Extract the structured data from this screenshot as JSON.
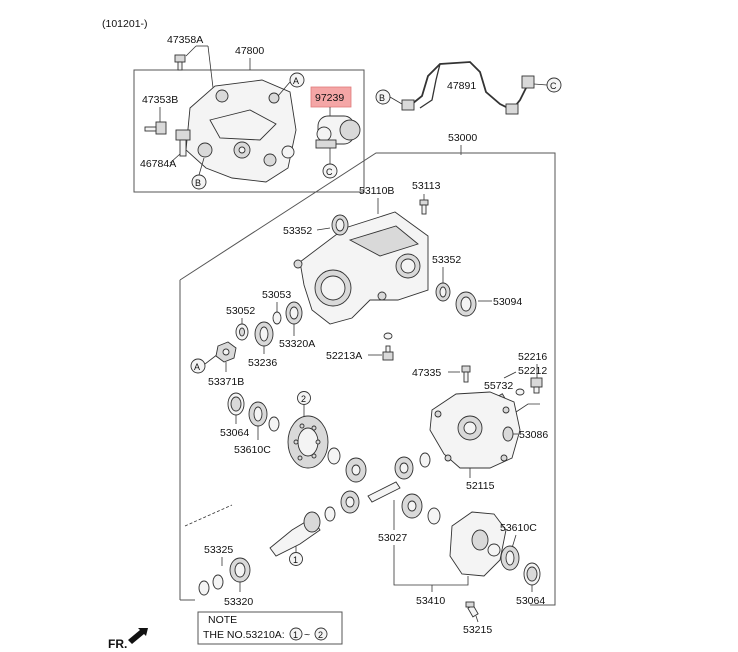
{
  "header": {
    "code": "(101201-)"
  },
  "parts": {
    "p47358A": "47358A",
    "p47800": "47800",
    "p47353B": "47353B",
    "p46784A": "46784A",
    "p97239": "97239",
    "p47891": "47891",
    "p53000": "53000",
    "p53110B": "53110B",
    "p53113": "53113",
    "p53352a": "53352",
    "p53352b": "53352",
    "p53094": "53094",
    "p53053": "53053",
    "p53052": "53052",
    "p53320A": "53320A",
    "p53236": "53236",
    "p52213A": "52213A",
    "p53371B": "53371B",
    "p47335": "47335",
    "p52216": "52216",
    "p52212": "52212",
    "p55732": "55732",
    "p53064a": "53064",
    "p53610Ca": "53610C",
    "p53086": "53086",
    "p52115": "52115",
    "p53027": "53027",
    "p53610Cb": "53610C",
    "p53325": "53325",
    "p53320": "53320",
    "p53410": "53410",
    "p53064b": "53064",
    "p53215": "53215"
  },
  "refs": {
    "a1": "A",
    "b1": "B",
    "c1": "C",
    "b2": "B",
    "c2": "C",
    "a2": "A",
    "n2": "2",
    "n1": "1"
  },
  "note": {
    "title": "NOTE",
    "text": "THE NO.53210A:",
    "range_start": "1",
    "range_sep": "~",
    "range_end": "2"
  },
  "fr": {
    "label": "FR."
  },
  "colors": {
    "highlight": "#f4a6a6",
    "line": "#333333"
  }
}
